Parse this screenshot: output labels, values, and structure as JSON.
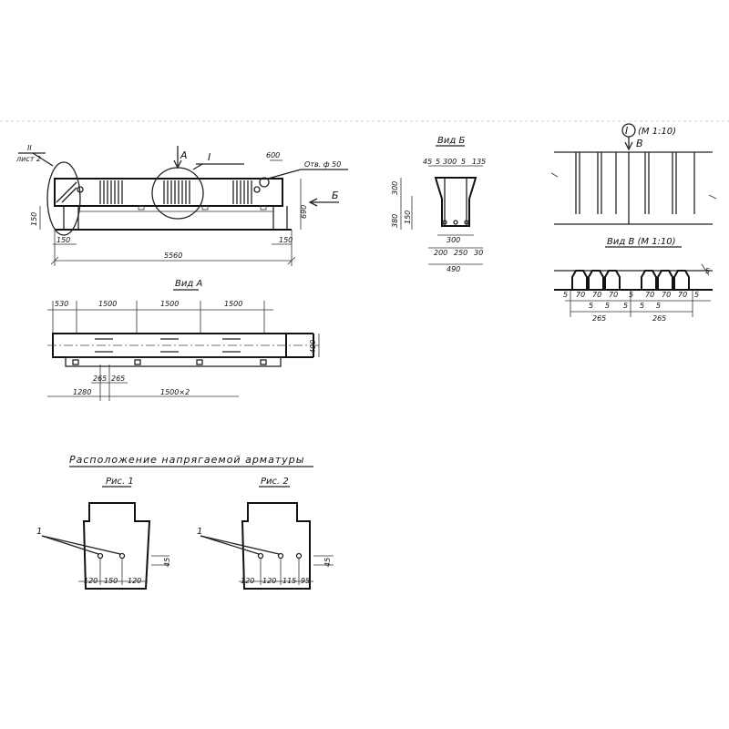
{
  "drawing": {
    "main_view": {
      "view_arrow_a": "А",
      "callout_i": "I",
      "circle_label_top": "II",
      "circle_label_bottom": "лист 2",
      "hole_label": "Отв. ф 50",
      "dim_top_small": "600",
      "dim_height": "690",
      "dim_left_vertical": "150",
      "dim_left_bottom": "150",
      "dim_right_bottom": "150",
      "dim_overall": "5560",
      "view_arrow_b": "Б"
    },
    "view_b": {
      "title": "Вид Б",
      "dims_top": [
        "45",
        "5",
        "300",
        "5",
        "135"
      ],
      "dims_left": [
        "300",
        "380",
        "150"
      ],
      "dims_bottom_row1": "300",
      "dims_bottom_row2": [
        "200",
        "250",
        "30"
      ],
      "dims_bottom_row3": "490"
    },
    "view_a": {
      "title": "Вид А",
      "dims_top": [
        "530",
        "1500",
        "1500",
        "1500"
      ],
      "dim_right": "490",
      "dims_bottom_small": [
        "265",
        "265"
      ],
      "dims_bottom": [
        "1280",
        "1500×2"
      ]
    },
    "callout_detail": {
      "marker": "I",
      "scale": "(М 1:10)",
      "view_arrow_v": "В"
    },
    "view_v": {
      "title": "Вид В  (М 1:10)",
      "dims_top": [
        "5",
        "70",
        "70",
        "70",
        "5",
        "70",
        "70",
        "70",
        "5"
      ],
      "dims_mid": [
        "5",
        "5",
        "5",
        "5",
        "5"
      ],
      "dims_bottom": [
        "265",
        "265"
      ],
      "dim_side": "5"
    },
    "reinforcement": {
      "title": "Расположение напрягаемой арматуры",
      "fig1": {
        "title": "Рис. 1",
        "leader": "1",
        "dims_bottom": [
          "120",
          "150",
          "120"
        ],
        "dim_side": "45"
      },
      "fig2": {
        "title": "Рис. 2",
        "leader": "1",
        "dims_bottom": [
          "120",
          "120",
          "115",
          "95"
        ],
        "dim_side": "45"
      }
    }
  }
}
